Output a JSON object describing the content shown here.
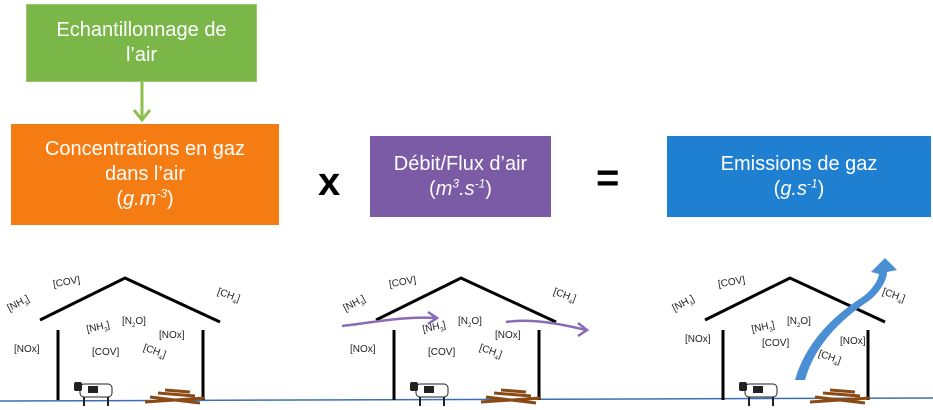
{
  "boxes": {
    "sampling": {
      "line1": "Echantillonnage de",
      "line2": "l’air",
      "color": "#7ab648"
    },
    "concentration": {
      "line1": "Concentrations en gaz",
      "line2": "dans l’air",
      "unit_base": "g.m",
      "unit_exp": "-3",
      "color": "#f57c12"
    },
    "airflow": {
      "line1": "Débit/Flux d’air",
      "unit_base1": "m",
      "unit_exp1": "3",
      "unit_mid": ".s",
      "unit_exp2": "-1",
      "color": "#7b5aa6"
    },
    "emissions": {
      "line1": "Emissions de gaz",
      "unit_base": "g.s",
      "unit_exp": "-1",
      "color": "#1f7fd0"
    }
  },
  "operators": {
    "times": "x",
    "equals": "="
  },
  "gases": {
    "nh3": "NH",
    "nh3_sub": "3",
    "cov": "COV",
    "n2o_pre": "N",
    "n2o_sub": "2",
    "n2o_post": "O",
    "nox": "NOx",
    "ch4": "CH",
    "ch4_sub": "4"
  },
  "colors": {
    "arrow_green": "#8cc04a",
    "flow_arrow": "#8a6bb5",
    "emission_arrow": "#4a8fd4",
    "ground": "#3b6fb5"
  }
}
